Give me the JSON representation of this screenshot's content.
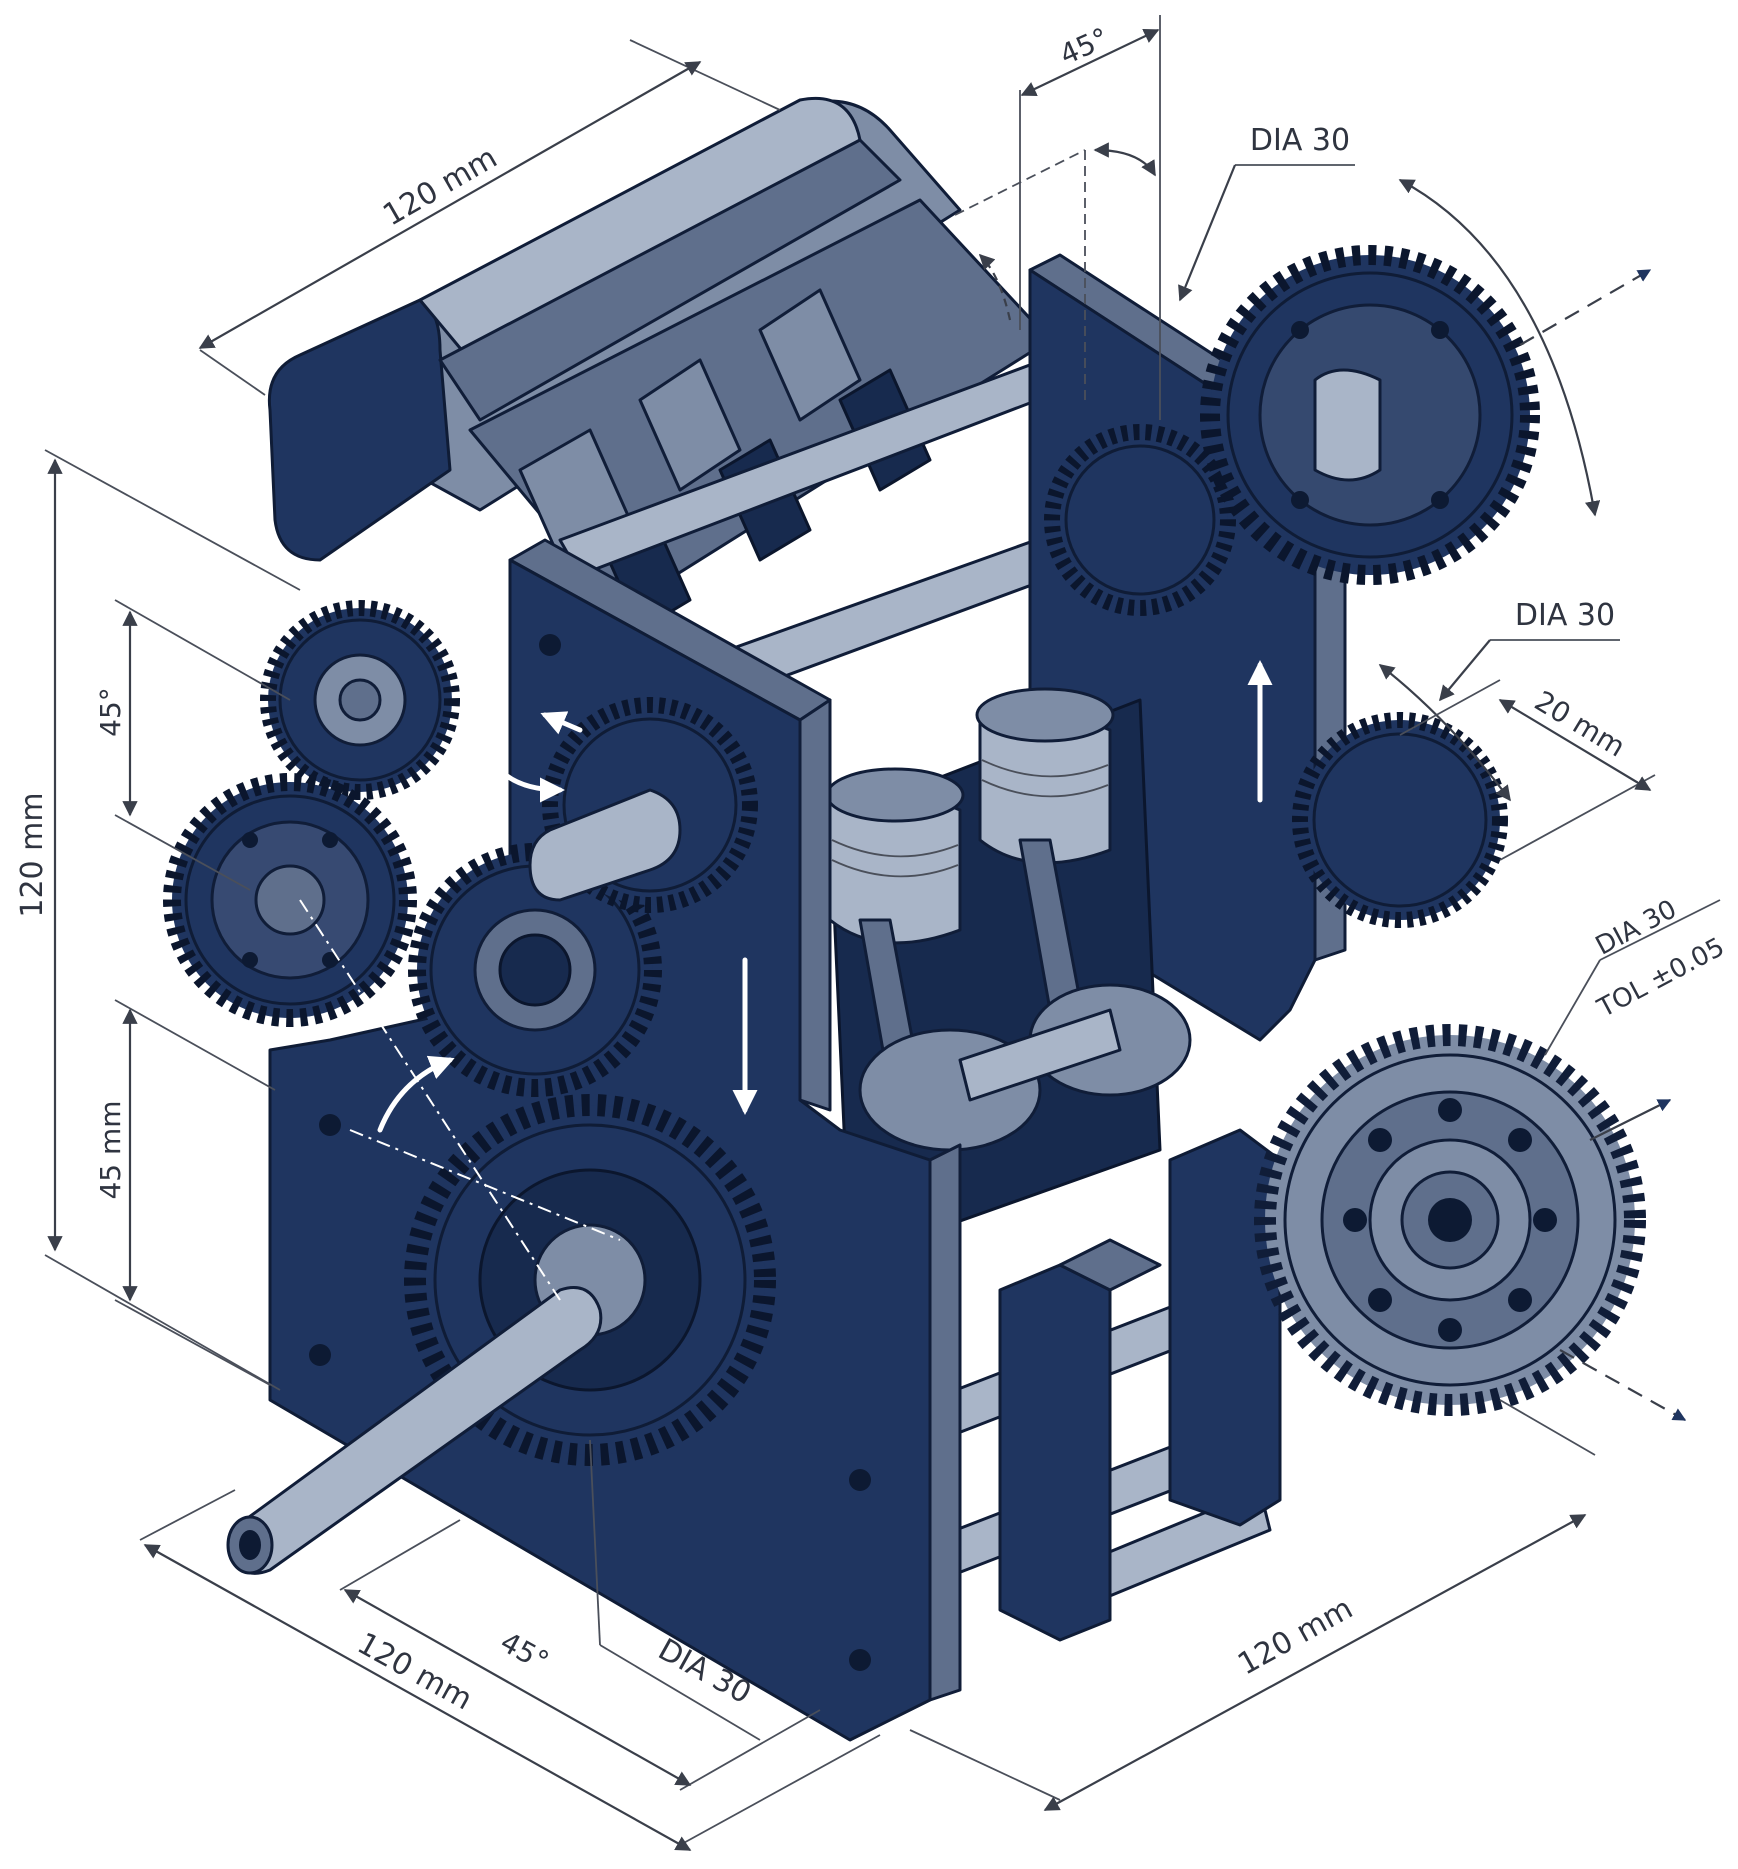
{
  "dimensions": {
    "top_length": "120 mm",
    "top_angle": "45°",
    "dia_top_right": "DIA 30",
    "height_left": "120 mm",
    "angle_left": "45°",
    "height_lower_left": "45 mm",
    "dia_right": "DIA 30",
    "offset_right": "20 mm",
    "dia_tol_line1": "DIA 30",
    "dia_tol_line2": "TOL ±0.05",
    "bottom_left_length": "120 mm",
    "bottom_left_angle": "45°",
    "dia_bottom": "DIA 30",
    "bottom_right_length": "120 mm"
  },
  "colors": {
    "navy": "#1f3560",
    "steel_grey": "#7e8da6",
    "outline": "#101d38",
    "dimension_ink": "#3a3f4a"
  }
}
